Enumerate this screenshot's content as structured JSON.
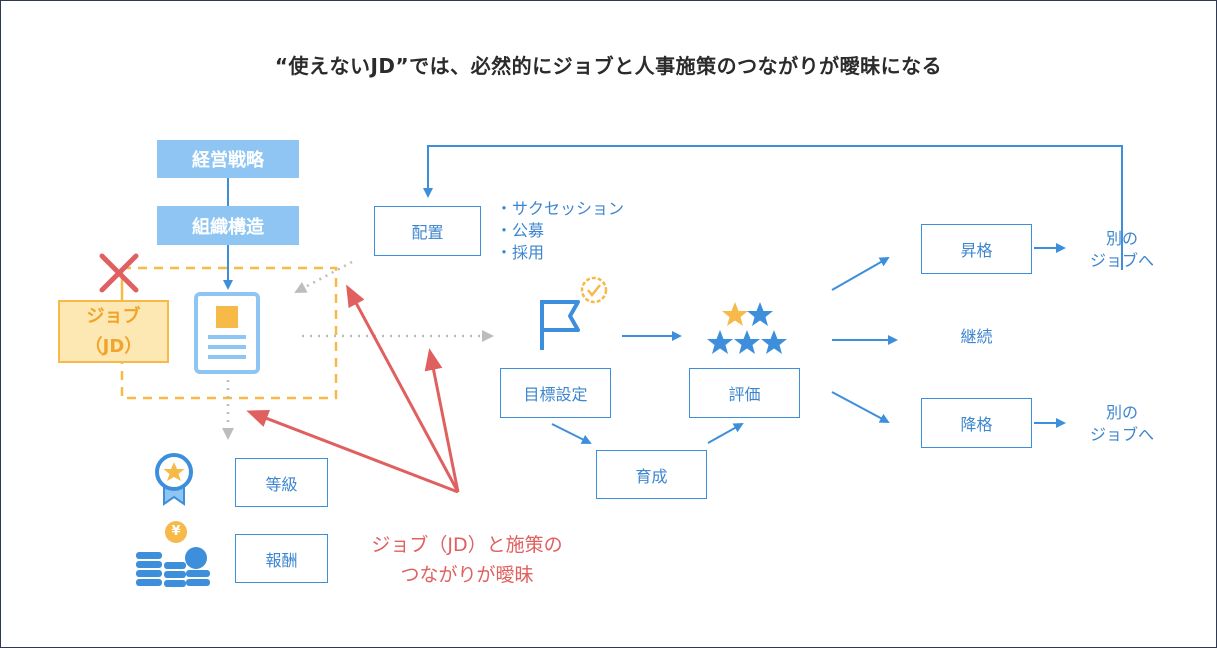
{
  "title": "“使えないJD”では、必然的にジョブと人事施策のつながりが曖昧になる",
  "left": {
    "strategy": "経営戦略",
    "structure": "組織構造",
    "jd_line1": "ジョブ",
    "jd_line2": "（JD）",
    "grade": "等級",
    "compensation": "報酬",
    "currency_symbol": "¥"
  },
  "flow": {
    "placement": "配置",
    "placement_items": [
      "・サクセッション",
      "・公募",
      "・採用"
    ],
    "goal_setting": "目標設定",
    "development": "育成",
    "evaluation": "評価",
    "promotion": "昇格",
    "continuation": "継続",
    "demotion": "降格",
    "other_job_1": [
      "別の",
      "ジョブへ"
    ],
    "other_job_2": [
      "別の",
      "ジョブへ"
    ]
  },
  "note": {
    "line1": "ジョブ（JD）と施策の",
    "line2": "つながりが曖昧"
  },
  "colors": {
    "blue": "#3d8fdb",
    "light_blue": "#8ec5f2",
    "orange": "#f7b948",
    "red": "#e06060",
    "gray": "#b5b5b5"
  }
}
